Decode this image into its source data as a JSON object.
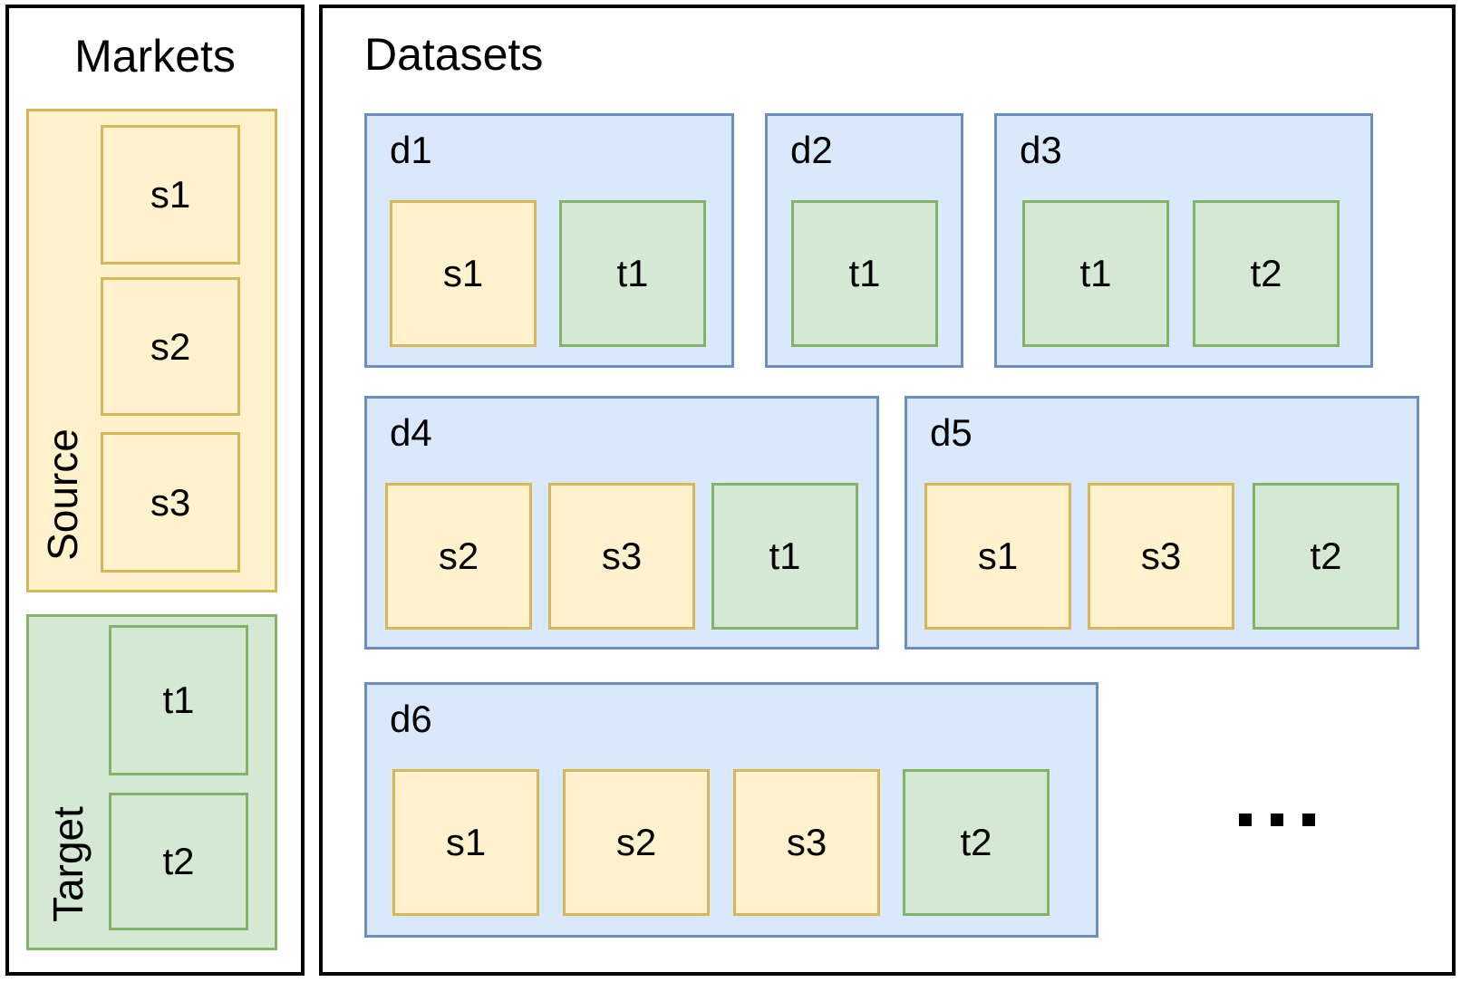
{
  "panels": {
    "markets": {
      "title": "Markets",
      "source": {
        "label": "Source",
        "items": [
          "s1",
          "s2",
          "s3"
        ]
      },
      "target": {
        "label": "Target",
        "items": [
          "t1",
          "t2"
        ]
      }
    },
    "datasets": {
      "title": "Datasets",
      "more_indicator": "...",
      "items": [
        {
          "name": "d1",
          "members": [
            {
              "id": "s1",
              "type": "source"
            },
            {
              "id": "t1",
              "type": "target"
            }
          ]
        },
        {
          "name": "d2",
          "members": [
            {
              "id": "t1",
              "type": "target"
            }
          ]
        },
        {
          "name": "d3",
          "members": [
            {
              "id": "t1",
              "type": "target"
            },
            {
              "id": "t2",
              "type": "target"
            }
          ]
        },
        {
          "name": "d4",
          "members": [
            {
              "id": "s2",
              "type": "source"
            },
            {
              "id": "s3",
              "type": "source"
            },
            {
              "id": "t1",
              "type": "target"
            }
          ]
        },
        {
          "name": "d5",
          "members": [
            {
              "id": "s1",
              "type": "source"
            },
            {
              "id": "s3",
              "type": "source"
            },
            {
              "id": "t2",
              "type": "target"
            }
          ]
        },
        {
          "name": "d6",
          "members": [
            {
              "id": "s1",
              "type": "source"
            },
            {
              "id": "s2",
              "type": "source"
            },
            {
              "id": "s3",
              "type": "source"
            },
            {
              "id": "t2",
              "type": "target"
            }
          ]
        }
      ]
    }
  },
  "colors": {
    "source_fill": "#FFF2CC",
    "source_border": "#D6B656",
    "target_fill": "#D5E8D4",
    "target_border": "#82B366",
    "dataset_fill": "#DAE8FC",
    "dataset_border": "#6C8EBF",
    "panel_border": "#000000",
    "background": "#FFFFFF",
    "text": "#000000"
  }
}
